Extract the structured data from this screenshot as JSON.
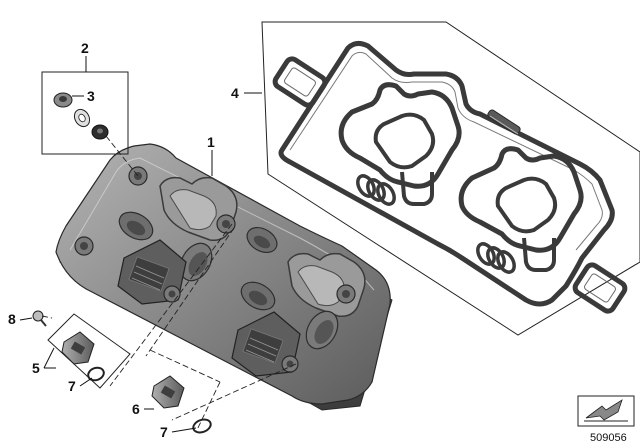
{
  "diagram": {
    "callouts": [
      {
        "id": "c1",
        "label": "1"
      },
      {
        "id": "c2",
        "label": "2"
      },
      {
        "id": "c3",
        "label": "3"
      },
      {
        "id": "c4",
        "label": "4"
      },
      {
        "id": "c5",
        "label": "5"
      },
      {
        "id": "c6",
        "label": "6"
      },
      {
        "id": "c7a",
        "label": "7"
      },
      {
        "id": "c7b",
        "label": "7"
      },
      {
        "id": "c8",
        "label": "8"
      }
    ],
    "document_number": "509056",
    "colors": {
      "cover_dark": "#5a5a5a",
      "cover_mid": "#8a8a8a",
      "cover_light": "#c6c6c6",
      "gasket": "#3a3a3a",
      "line": "#111111"
    }
  }
}
